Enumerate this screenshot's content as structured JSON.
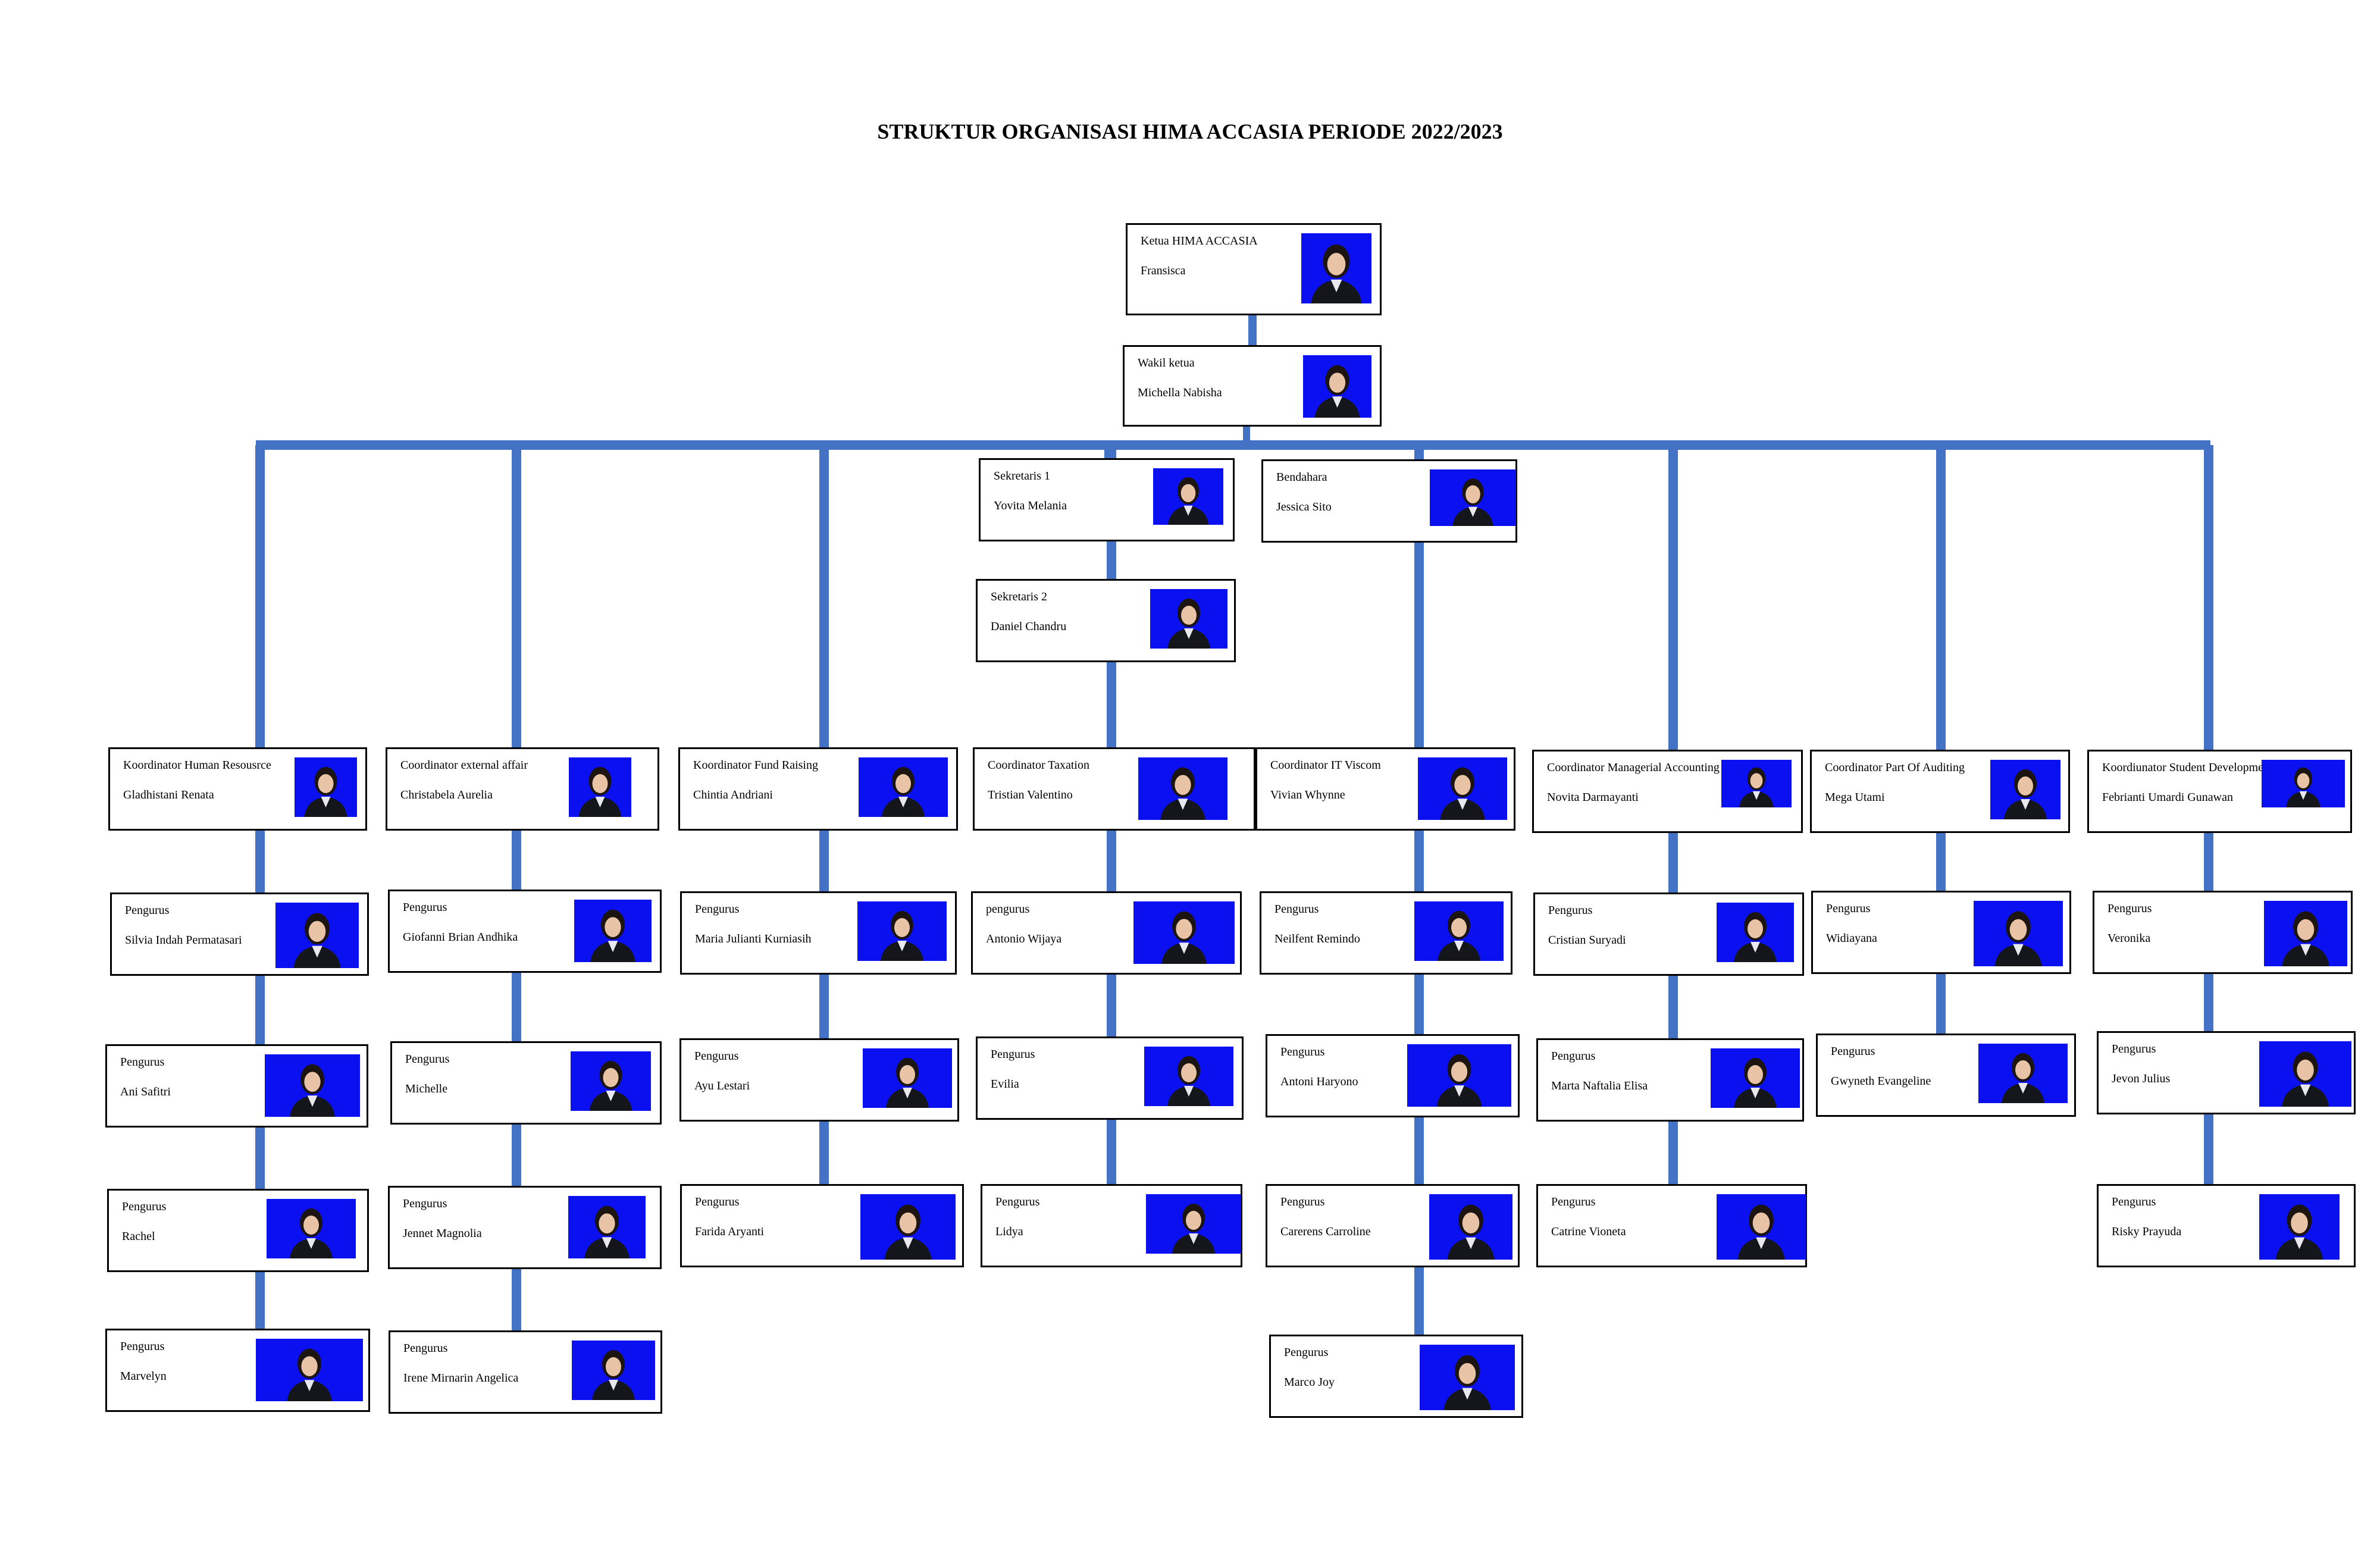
{
  "title": "STRUKTUR ORGANISASI HIMA ACCASIA PERIODE 2022/2023",
  "colors": {
    "connector": "#4472c4",
    "photo_background": "#0a10f0",
    "border": "#000000"
  },
  "icon": "person-photo-icon",
  "nodes": [
    {
      "role": "Ketua HIMA ACCASIA",
      "name": "Fransisca"
    },
    {
      "role": "Wakil ketua",
      "name": "Michella Nabisha"
    },
    {
      "role": "Sekretaris 1",
      "name": "Yovita Melania"
    },
    {
      "role": "Bendahara",
      "name": "Jessica Sito"
    },
    {
      "role": "Sekretaris 2",
      "name": "Daniel Chandru"
    },
    {
      "role": "Koordinator Human Resousrce",
      "name": "Gladhistani Renata"
    },
    {
      "role": "Coordinator external affair",
      "name": "Christabela Aurelia"
    },
    {
      "role": "Koordinator Fund Raising",
      "name": "Chintia Andriani"
    },
    {
      "role": "Coordinator Taxation",
      "name": "Tristian Valentino"
    },
    {
      "role": "Coordinator IT Viscom",
      "name": "Vivian Whynne"
    },
    {
      "role": "Coordinator Managerial Accounting",
      "name": "Novita Darmayanti"
    },
    {
      "role": "Coordinator Part Of Auditing",
      "name": "Mega Utami"
    },
    {
      "role": "Koordiunator Student Development",
      "name": "Febrianti Umardi Gunawan"
    },
    {
      "role": "Pengurus",
      "name": "Silvia Indah Permatasari"
    },
    {
      "role": "Pengurus",
      "name": "Ani Safitri"
    },
    {
      "role": "Pengurus",
      "name": "Rachel"
    },
    {
      "role": "Pengurus",
      "name": "Marvelyn"
    },
    {
      "role": "Pengurus",
      "name": "Giofanni Brian Andhika"
    },
    {
      "role": "Pengurus",
      "name": "Michelle"
    },
    {
      "role": "Pengurus",
      "name": "Jennet Magnolia"
    },
    {
      "role": "Pengurus",
      "name": "Irene Mirnarin Angelica"
    },
    {
      "role": "Pengurus",
      "name": "Maria Julianti Kurniasih"
    },
    {
      "role": "Pengurus",
      "name": "Ayu Lestari"
    },
    {
      "role": "Pengurus",
      "name": "Farida Aryanti"
    },
    {
      "role": "pengurus",
      "name": "Antonio Wijaya"
    },
    {
      "role": "Pengurus",
      "name": "Evilia"
    },
    {
      "role": "Pengurus",
      "name": "Lidya"
    },
    {
      "role": "Pengurus",
      "name": "Neilfent Remindo"
    },
    {
      "role": "Pengurus",
      "name": "Antoni Haryono"
    },
    {
      "role": "Pengurus",
      "name": "Carerens Carroline"
    },
    {
      "role": "Pengurus",
      "name": "Marco Joy"
    },
    {
      "role": "Pengurus",
      "name": "Cristian Suryadi"
    },
    {
      "role": "Pengurus",
      "name": "Marta Naftalia Elisa"
    },
    {
      "role": "Pengurus",
      "name": "Catrine Vioneta"
    },
    {
      "role": "Pengurus",
      "name": "Widiayana"
    },
    {
      "role": "Pengurus",
      "name": "Gwyneth Evangeline"
    },
    {
      "role": "Pengurus",
      "name": "Veronika"
    },
    {
      "role": "Pengurus",
      "name": "Jevon Julius"
    },
    {
      "role": "Pengurus",
      "name": "Risky Prayuda"
    }
  ]
}
